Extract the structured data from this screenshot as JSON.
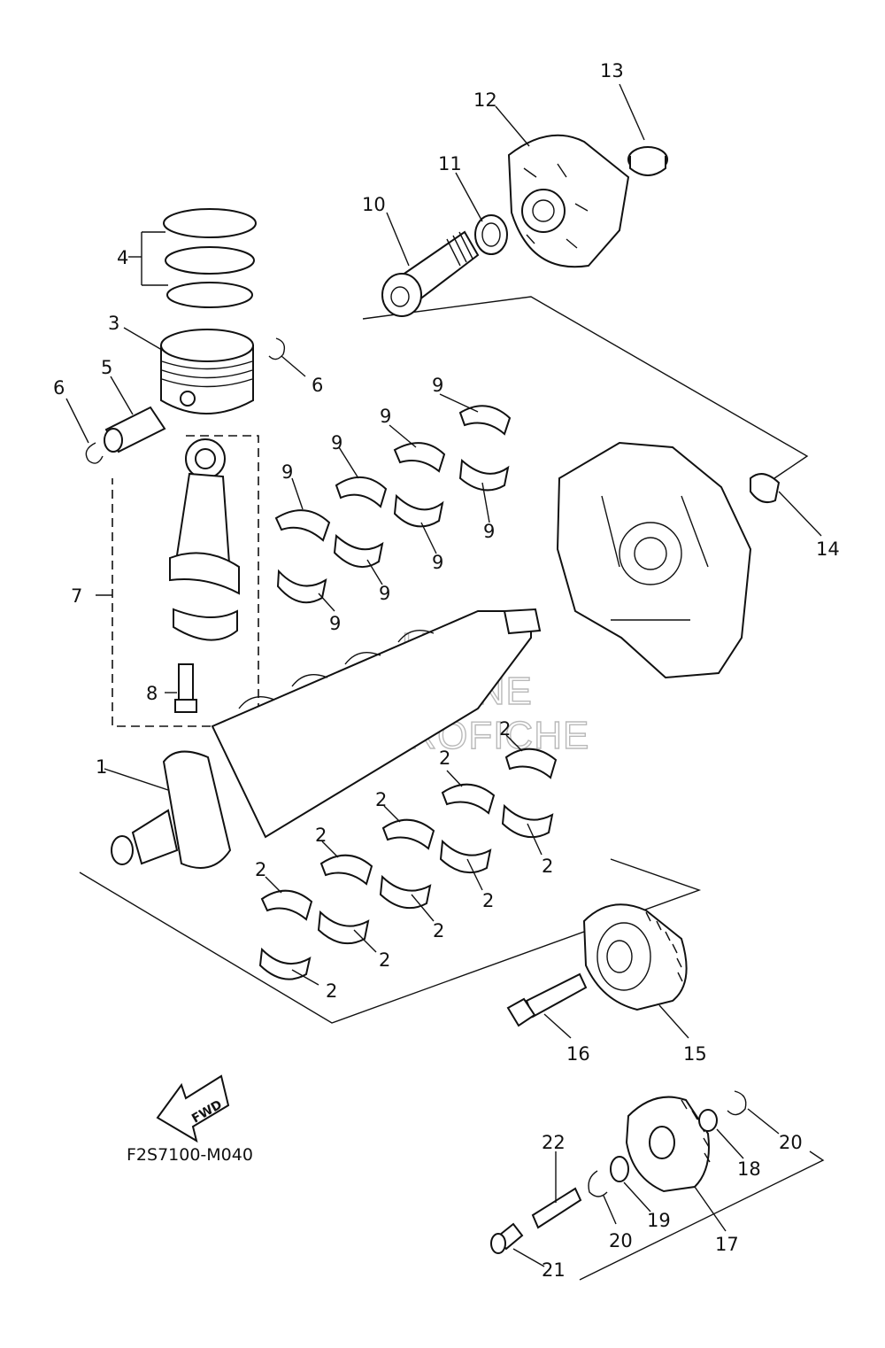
{
  "figure": {
    "code": "F2S7100-M040",
    "fwd_label": "FWD",
    "watermark": [
      "HLSM",
      "ONLINE",
      "MICROFICHE"
    ]
  },
  "callouts": [
    {
      "id": "1",
      "text": "1"
    },
    {
      "id": "2",
      "text": "2"
    },
    {
      "id": "3",
      "text": "3"
    },
    {
      "id": "4",
      "text": "4"
    },
    {
      "id": "5",
      "text": "5"
    },
    {
      "id": "6",
      "text": "6"
    },
    {
      "id": "7",
      "text": "7"
    },
    {
      "id": "8",
      "text": "8"
    },
    {
      "id": "9",
      "text": "9"
    },
    {
      "id": "10",
      "text": "10"
    },
    {
      "id": "11",
      "text": "11"
    },
    {
      "id": "12",
      "text": "12"
    },
    {
      "id": "13",
      "text": "13"
    },
    {
      "id": "14",
      "text": "14"
    },
    {
      "id": "15",
      "text": "15"
    },
    {
      "id": "16",
      "text": "16"
    },
    {
      "id": "17",
      "text": "17"
    },
    {
      "id": "18",
      "text": "18"
    },
    {
      "id": "19",
      "text": "19"
    },
    {
      "id": "20",
      "text": "20"
    },
    {
      "id": "21",
      "text": "21"
    },
    {
      "id": "22",
      "text": "22"
    }
  ]
}
